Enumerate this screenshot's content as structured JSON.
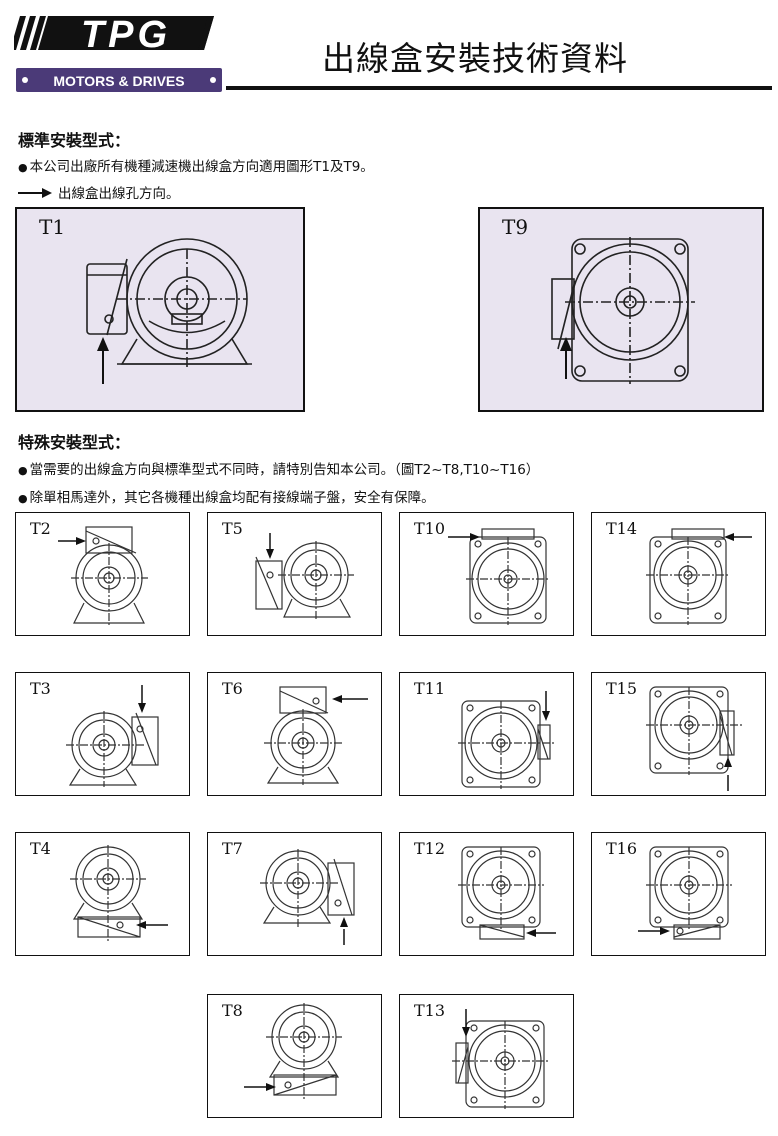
{
  "header": {
    "logo_text": "TPG",
    "logo_tagline": "MOTORS & DRIVES",
    "title": "出線盒安裝技術資料"
  },
  "standard": {
    "heading": "標準安裝型式：",
    "line1": "本公司出廠所有機種減速機出線盒方向適用圖形T1及T9。",
    "line2": "出線盒出線孔方向。"
  },
  "special": {
    "heading": "特殊安裝型式：",
    "line1": "當需要的出線盒方向與標準型式不同時，請特別告知本公司。（圖T2~T8,T10~T16）",
    "line2": "除單相馬達外，其它各機種出線盒均配有接線端子盤，安全有保障。"
  },
  "figures": {
    "T1": "T1",
    "T9": "T9",
    "T2": "T2",
    "T5": "T5",
    "T10": "T10",
    "T14": "T14",
    "T3": "T3",
    "T6": "T6",
    "T11": "T11",
    "T15": "T15",
    "T4": "T4",
    "T7": "T7",
    "T12": "T12",
    "T16": "T16",
    "T8": "T8",
    "T13": "T13"
  },
  "colors": {
    "tint": "#e9e4f0",
    "logo_purple": "#4b3a78",
    "ink": "#111111"
  },
  "icons": [
    "arrow-right-icon",
    "motor-drawing",
    "gearbox-drawing"
  ]
}
